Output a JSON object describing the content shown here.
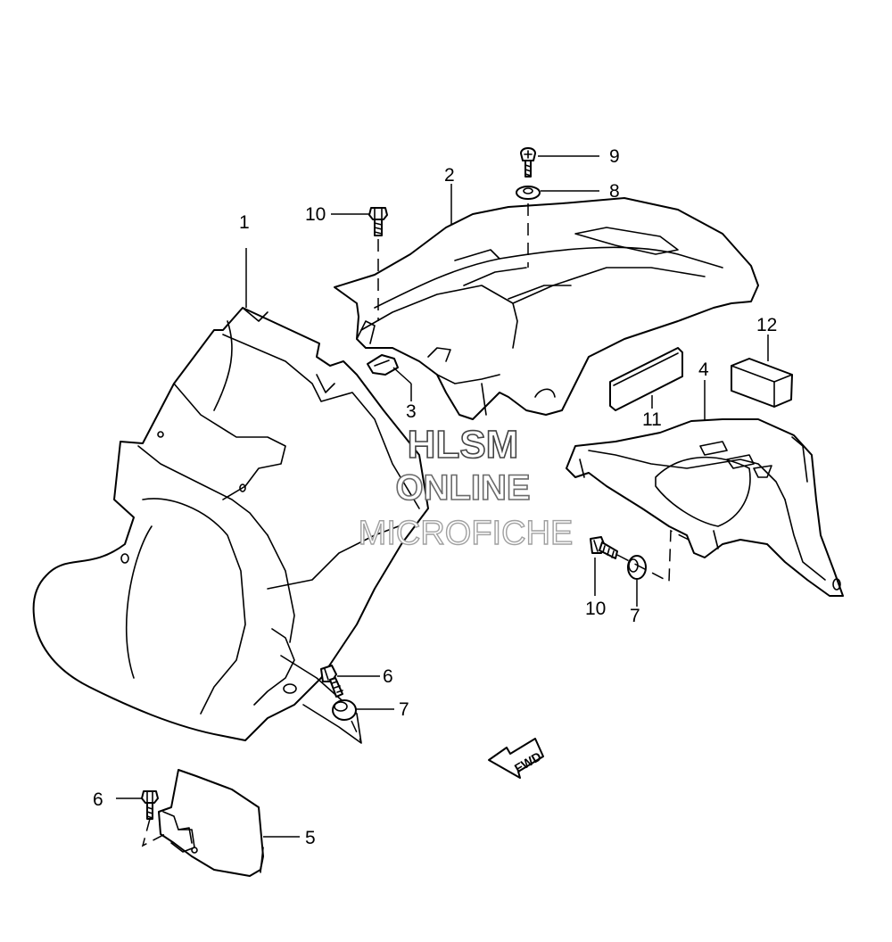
{
  "diagram": {
    "callouts": {
      "c1": "1",
      "c2": "2",
      "c3": "3",
      "c4": "4",
      "c5": "5",
      "c6a": "6",
      "c6b": "6",
      "c7a": "7",
      "c7b": "7",
      "c8": "8",
      "c9": "9",
      "c10a": "10",
      "c10b": "10",
      "c11": "11",
      "c12": "12"
    },
    "watermark": {
      "line1": "HLSM",
      "line2": "ONLINE",
      "line3": "MICROFICHE"
    },
    "direction_marker": "FWD"
  }
}
